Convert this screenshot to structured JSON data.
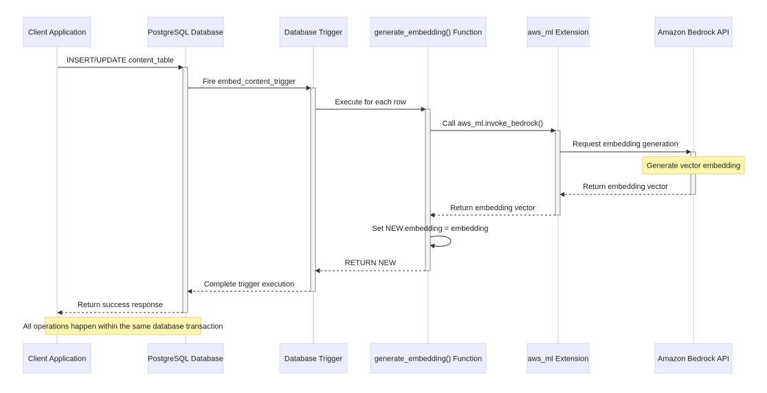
{
  "actors": [
    {
      "id": "client",
      "label": "Client Application"
    },
    {
      "id": "db",
      "label": "PostgreSQL Database"
    },
    {
      "id": "trigger",
      "label": "Database Trigger"
    },
    {
      "id": "func",
      "label": "generate_embedding() Function"
    },
    {
      "id": "awsml",
      "label": "aws_ml Extension"
    },
    {
      "id": "bedrock",
      "label": "Amazon Bedrock API"
    }
  ],
  "messages": [
    {
      "from": "client",
      "to": "db",
      "label": "INSERT/UPDATE content_table",
      "style": "solid"
    },
    {
      "from": "db",
      "to": "trigger",
      "label": "Fire embed_content_trigger",
      "style": "solid"
    },
    {
      "from": "trigger",
      "to": "func",
      "label": "Execute for each row",
      "style": "solid"
    },
    {
      "from": "func",
      "to": "awsml",
      "label": "Call aws_ml.invoke_bedrock()",
      "style": "solid"
    },
    {
      "from": "awsml",
      "to": "bedrock",
      "label": "Request embedding generation",
      "style": "solid"
    },
    {
      "from": "bedrock",
      "to": "awsml",
      "label": "Return embedding vector",
      "style": "dashed"
    },
    {
      "from": "awsml",
      "to": "func",
      "label": "Return embedding vector",
      "style": "dashed"
    },
    {
      "from": "func",
      "to": "func",
      "label": "Set NEW.embedding = embedding",
      "style": "solid"
    },
    {
      "from": "func",
      "to": "trigger",
      "label": "RETURN NEW",
      "style": "dashed"
    },
    {
      "from": "trigger",
      "to": "db",
      "label": "Complete trigger execution",
      "style": "dashed"
    },
    {
      "from": "db",
      "to": "client",
      "label": "Return success response",
      "style": "dashed"
    }
  ],
  "notes": [
    {
      "over": "bedrock",
      "label": "Generate vector embedding"
    },
    {
      "over": "client",
      "label": "All operations happen within the same database transaction"
    }
  ],
  "colors": {
    "actor_fill": "#ececff",
    "lifeline": "#d9c2ee",
    "note_fill": "#fff5ad",
    "arrow": "#333333"
  }
}
